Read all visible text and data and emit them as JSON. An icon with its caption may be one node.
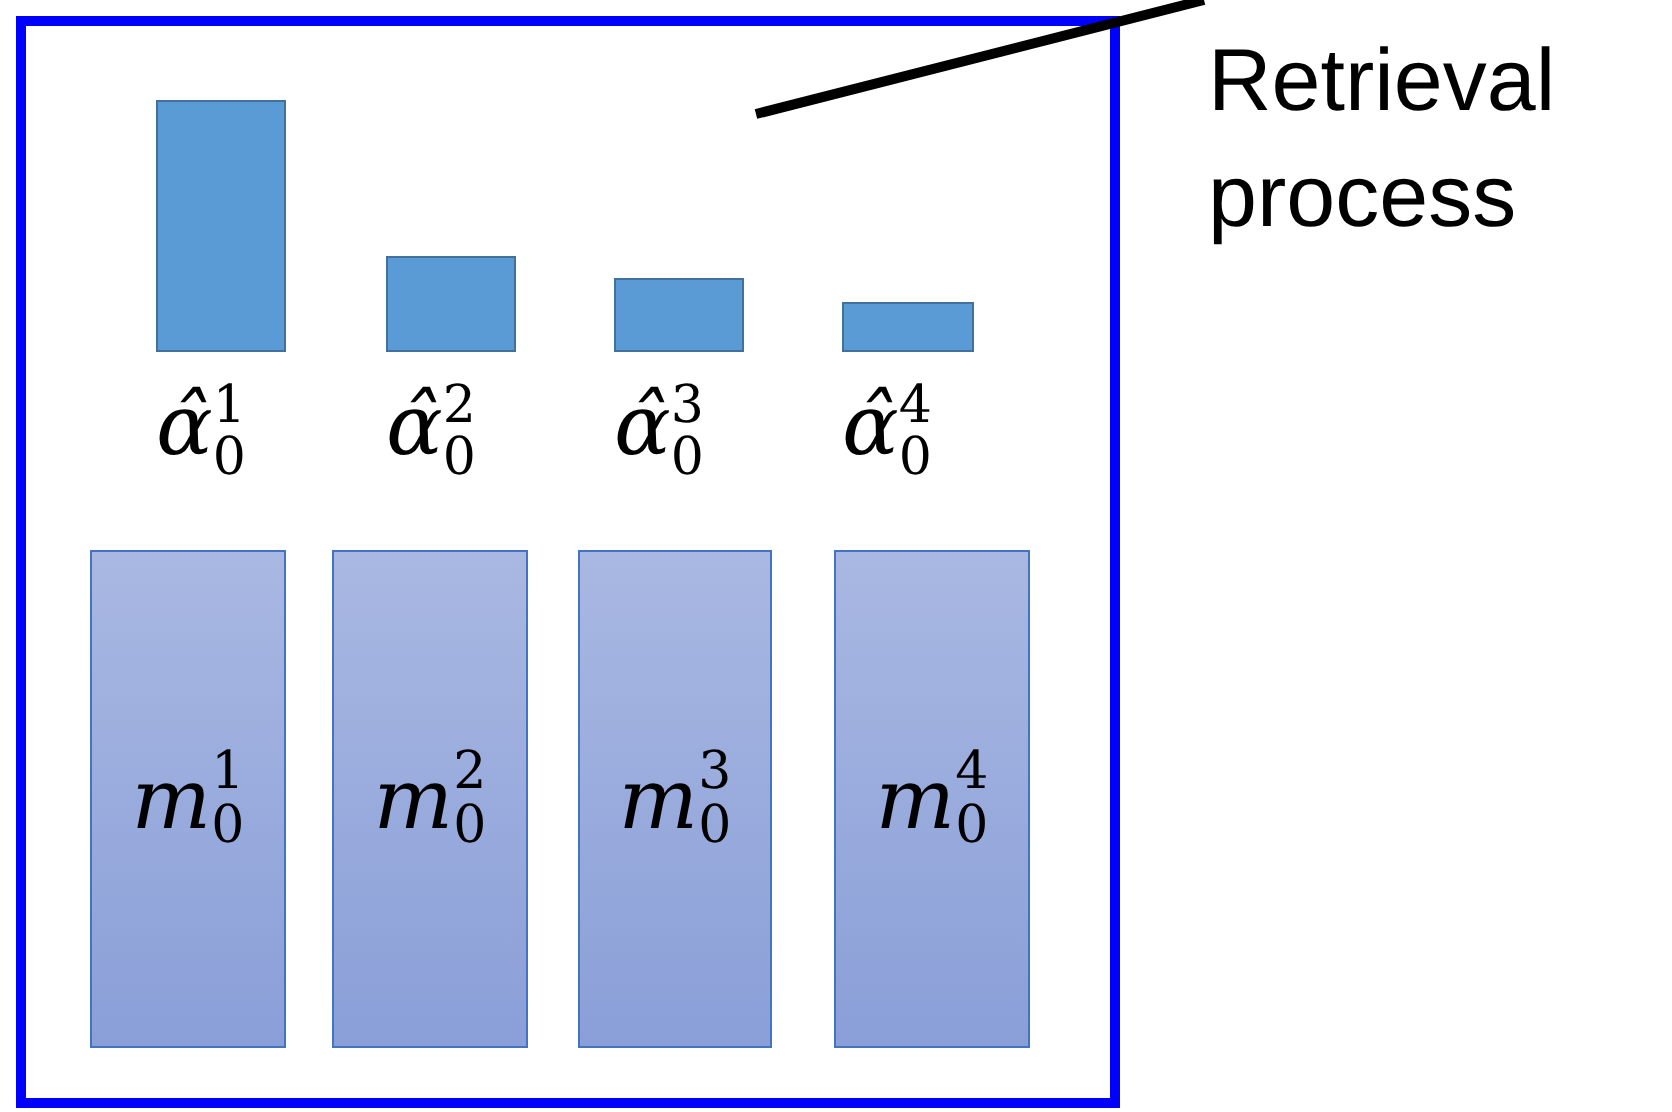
{
  "diagram": {
    "nodes": [
      {
        "text": [],
        "shape": "box"
      },
      {
        "text": [],
        "shape": "bar",
        "in": 0,
        "beside": [
          "α̂$^{1}$$_{0}$"
        ]
      },
      {
        "text": [],
        "shape": "bar",
        "in": 0,
        "beside": [
          "α̂$^{2}$$_{0}$"
        ]
      },
      {
        "text": [],
        "shape": "bar",
        "in": 0,
        "beside": [
          "α̂$^{3}$$_{0}$"
        ]
      },
      {
        "text": [],
        "shape": "bar",
        "in": 0,
        "beside": [
          "α̂$^{4}$$_{0}$"
        ]
      },
      {
        "text": [
          "*m*$^{1}$$_{0}$"
        ],
        "in": 0
      },
      {
        "text": [
          "*m*$^{2}$$_{0}$"
        ],
        "in": 0
      },
      {
        "text": [
          "*m*$^{3}$$_{0}$"
        ],
        "in": 0
      },
      {
        "text": [
          "*m*$^{4}$$_{0}$"
        ],
        "in": 0
      },
      {
        "text": [
          "Retrieval process"
        ]
      }
    ],
    "edges": [
      {
        "from": 9,
        "to": 0,
        "arrow": "none"
      }
    ]
  }
}
